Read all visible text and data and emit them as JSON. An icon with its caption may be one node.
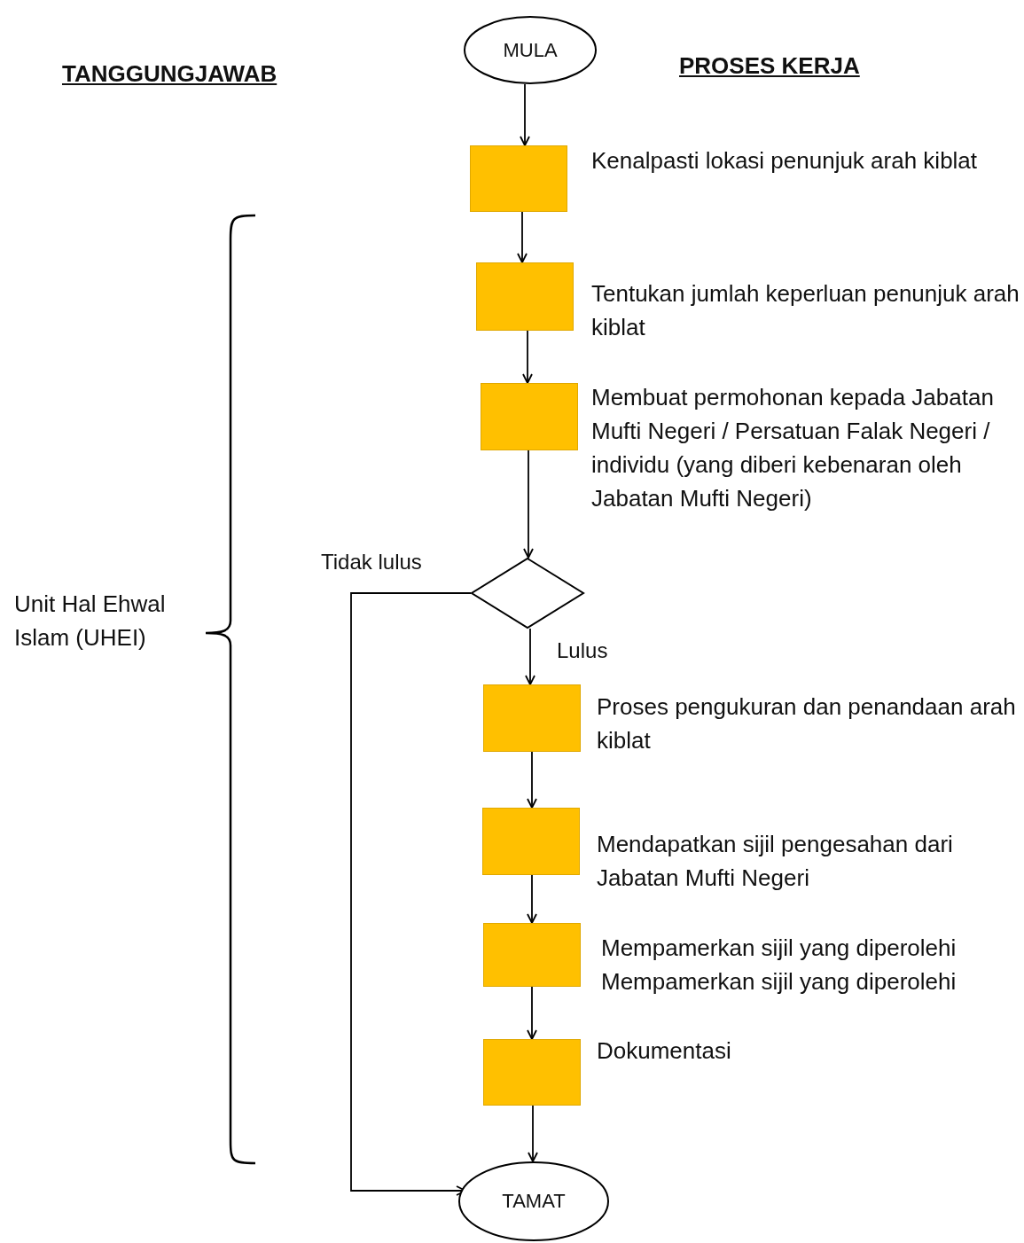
{
  "diagram": {
    "nodes": [
      {
        "text": [
          "MULA"
        ]
      },
      {
        "text": [],
        "shape": "box",
        "beside": [
          "Kenalpasti lokasi penunjuk arah kiblat"
        ]
      },
      {
        "text": [],
        "shape": "box",
        "beside": [
          "Tentukan jumlah keperluan penunjuk arah kiblat"
        ]
      },
      {
        "text": [],
        "shape": "box",
        "beside": [
          "Membuat permohonan kepada Jabatan Mufti Negeri / Persatuan Falak Negeri / individu (yang diberi kebenaran oleh Jabatan Mufti Negeri)"
        ]
      },
      {
        "text": [],
        "shape": "diamond"
      },
      {
        "text": [],
        "shape": "box",
        "beside": [
          "Proses pengukuran dan penandaan arah kiblat"
        ]
      },
      {
        "text": [],
        "shape": "box",
        "beside": [
          "Mendapatkan sijil pengesahan dari Jabatan Mufti Negeri"
        ]
      },
      {
        "text": [],
        "shape": "box",
        "beside": [
          "Mempamerkan sijil yang diperolehi",
          "Mempamerkan sijil yang diperolehi"
        ]
      },
      {
        "text": [],
        "shape": "box",
        "beside": [
          "Dokumentasi"
        ]
      },
      {
        "text": [
          "TAMAT"
        ]
      }
    ],
    "edges": [
      {
        "from": 0,
        "to": 1,
        "arrow": "to"
      },
      {
        "from": 1,
        "to": 2,
        "arrow": "to"
      },
      {
        "from": 2,
        "to": 3,
        "arrow": "to"
      },
      {
        "from": 3,
        "to": 4,
        "arrow": "to"
      },
      {
        "from": 4,
        "to": 5,
        "arrow": "to",
        "label": "Lulus"
      },
      {
        "from": 4,
        "to": 9,
        "arrow": "to",
        "label": "Tidak lulus"
      },
      {
        "from": 5,
        "to": 6,
        "arrow": "to"
      },
      {
        "from": 6,
        "to": 7,
        "arrow": "to"
      },
      {
        "from": 7,
        "to": 8,
        "arrow": "to"
      },
      {
        "from": 8,
        "to": 9,
        "arrow": "to"
      }
    ],
    "labels": [
      "TANGGUNGJAWAB",
      "PROSES KERJA",
      "Unit Hal Ehwal Islam (UHEI)"
    ]
  }
}
